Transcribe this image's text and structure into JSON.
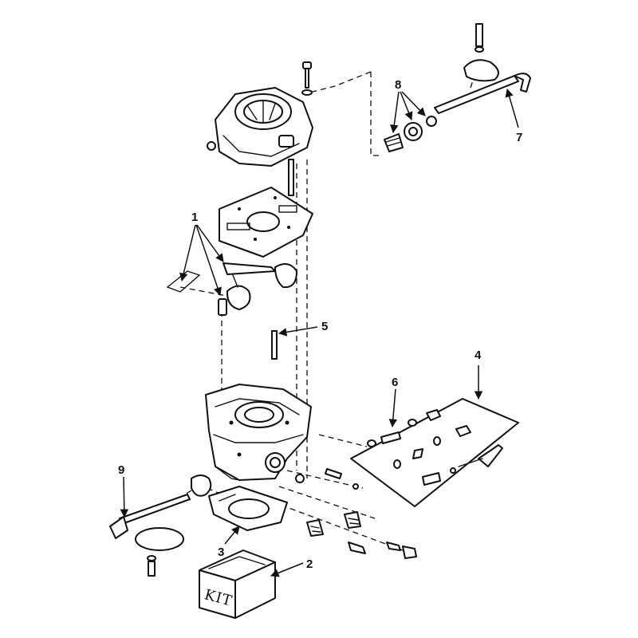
{
  "diagram": {
    "callouts": [
      {
        "id": "1",
        "text": "1"
      },
      {
        "id": "2",
        "text": "2"
      },
      {
        "id": "3",
        "text": "3"
      },
      {
        "id": "4",
        "text": "4"
      },
      {
        "id": "5",
        "text": "5"
      },
      {
        "id": "6",
        "text": "6"
      },
      {
        "id": "7",
        "text": "7"
      },
      {
        "id": "8",
        "text": "8"
      },
      {
        "id": "9",
        "text": "9"
      }
    ],
    "kit_label": "KIT",
    "colors": {
      "ink": "#111111",
      "paper": "#ffffff"
    }
  }
}
